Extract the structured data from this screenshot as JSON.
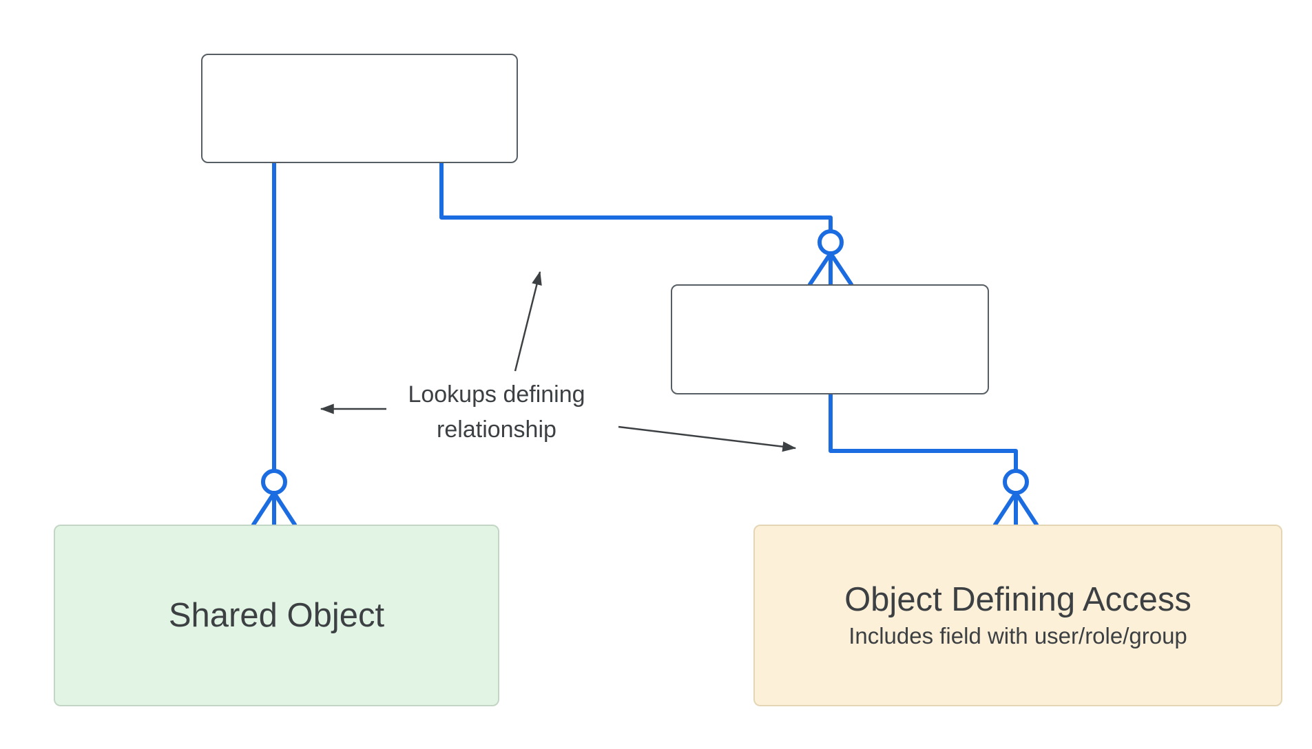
{
  "diagram": {
    "annotation": {
      "text_line1": "Lookups defining",
      "text_line2": "relationship"
    },
    "nodes": {
      "parent_top": {
        "label": ""
      },
      "junction_middle": {
        "label": ""
      },
      "shared_object": {
        "label": "Shared Object"
      },
      "object_defining_access": {
        "title": "Object Defining Access",
        "subtitle": "Includes field with user/role/group"
      }
    },
    "colors": {
      "connector": "#1b6ce0",
      "annotation_text": "#3c4043",
      "shared_fill": "#e2f5e4",
      "access_fill": "#fcf0d8"
    }
  }
}
